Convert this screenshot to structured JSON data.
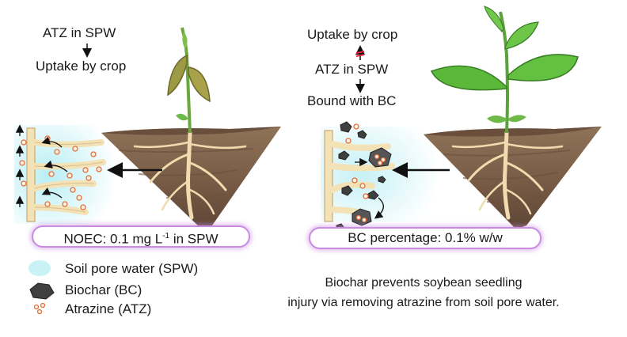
{
  "left_panel": {
    "flow_top": "ATZ in SPW",
    "flow_bottom": "Uptake by crop",
    "noec": {
      "prefix": "NOEC: 0.1 mg L",
      "superscript": "-1",
      "suffix": " in SPW"
    }
  },
  "right_panel": {
    "flow_1": "Uptake by crop",
    "flow_2": "ATZ in SPW",
    "flow_3": "Bound with BC",
    "bc_percentage": "BC percentage: 0.1% w/w"
  },
  "legend": {
    "items": [
      {
        "label": "Soil pore water (SPW)",
        "icon": "water-blob-icon"
      },
      {
        "label": "Biochar (BC)",
        "icon": "biochar-rock-icon"
      },
      {
        "label": "Atrazine (ATZ)",
        "icon": "atrazine-dots-icon"
      }
    ]
  },
  "caption": {
    "line1": "Biochar prevents soybean seedling",
    "line2": "injury via removing atrazine from soil pore water."
  },
  "colors": {
    "soil": "#8a6a50",
    "soil_dark": "#5e4636",
    "root": "#f1dcb0",
    "pore_water": "#c8f2f6",
    "biochar": "#3f3f3f",
    "atrazine": "#e0703a",
    "leaf_healthy": "#5cb83a",
    "leaf_injured": "#9e9a45",
    "pill_border": "#c98ce0",
    "blocked_arrow": "#e0223a"
  }
}
